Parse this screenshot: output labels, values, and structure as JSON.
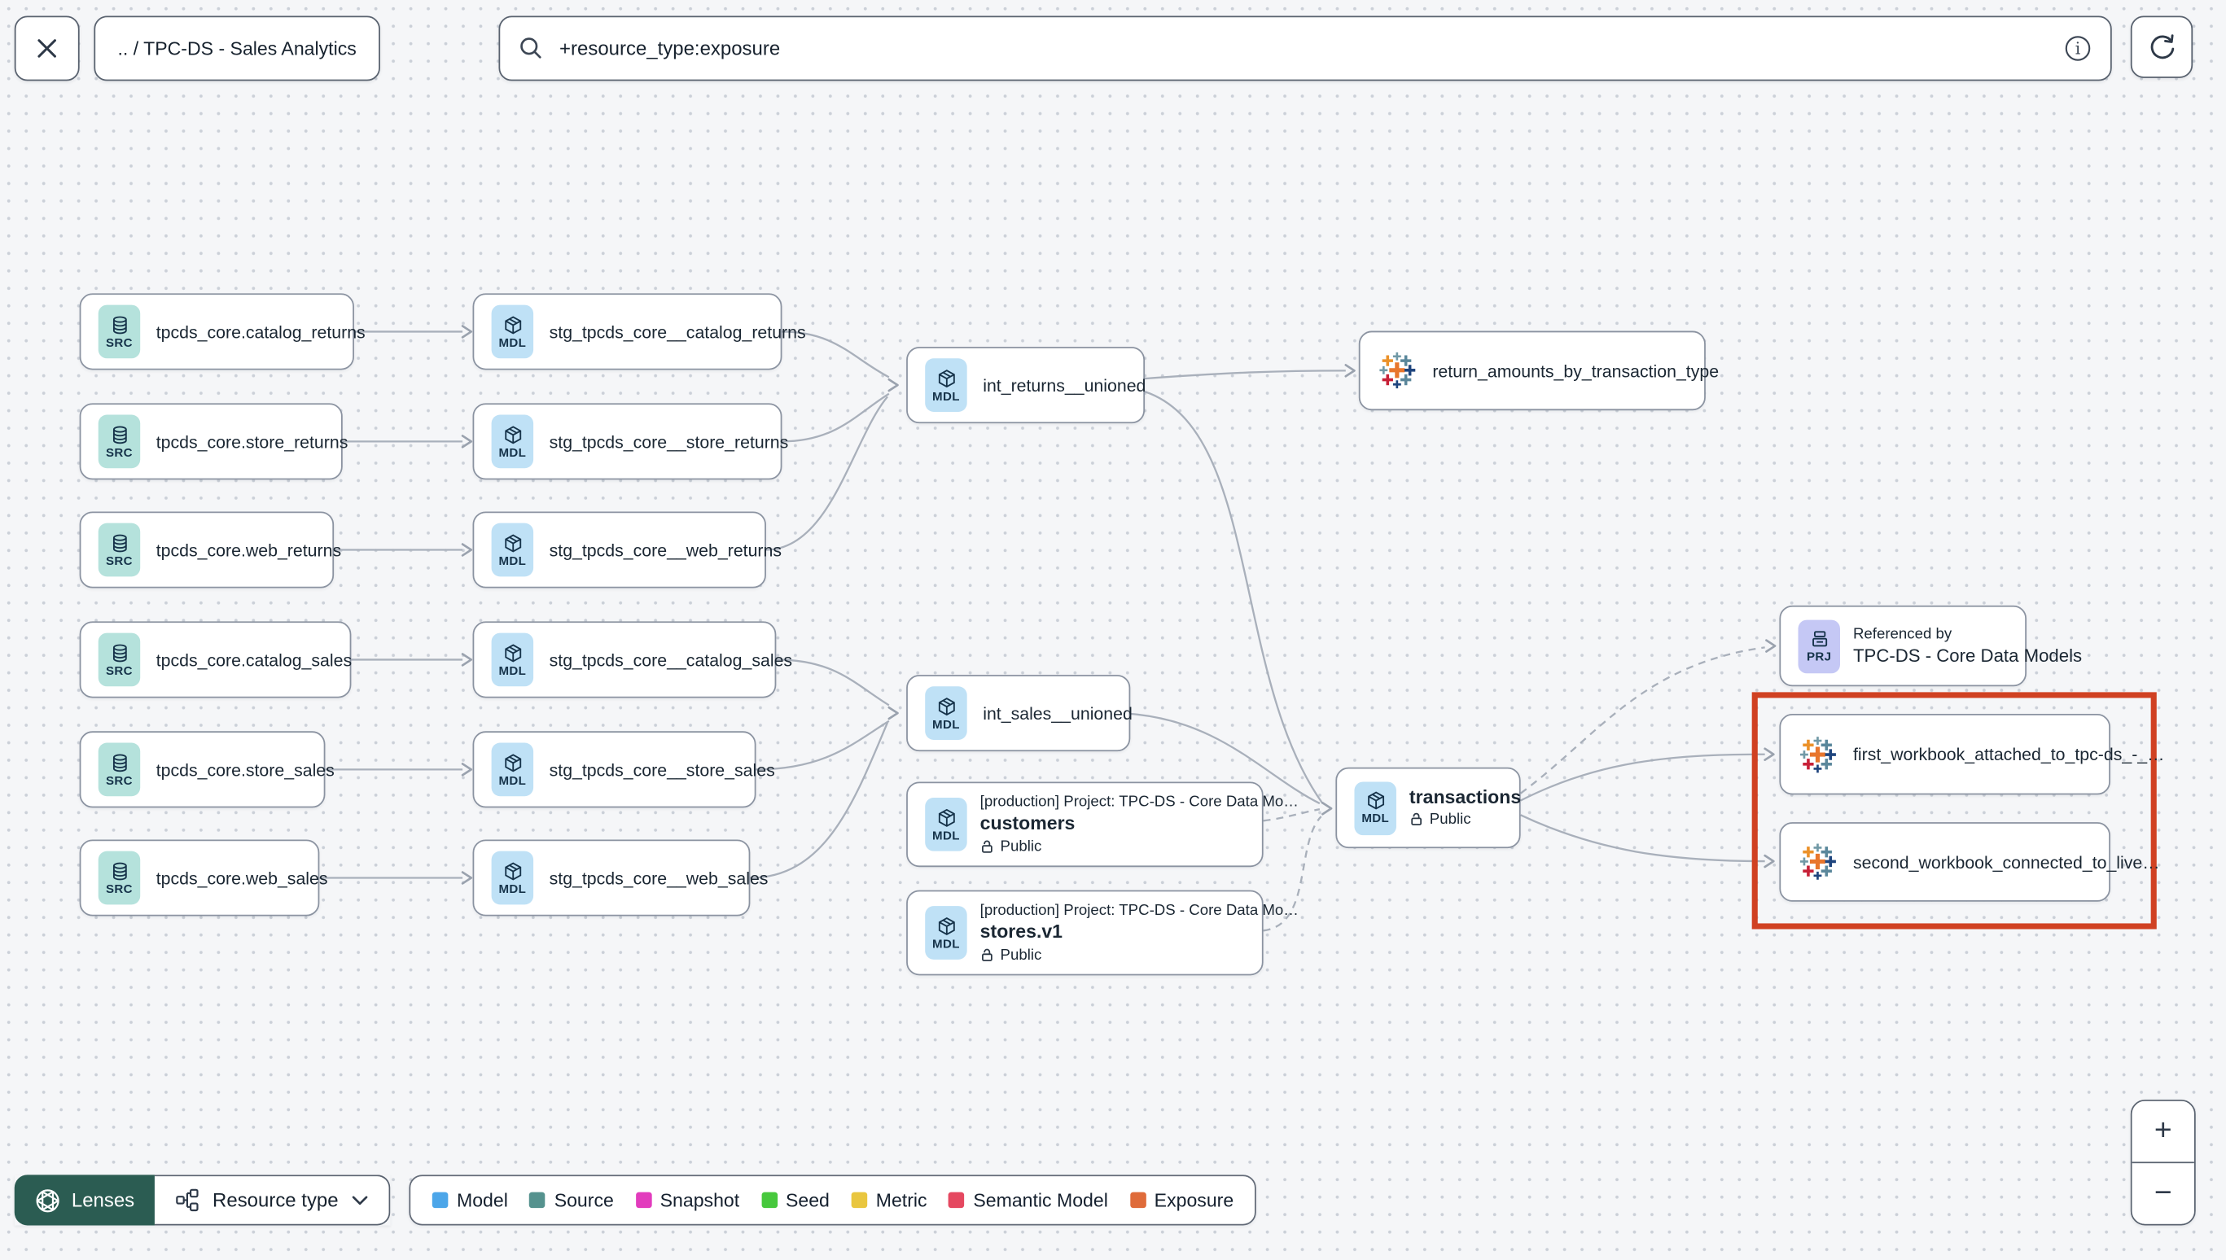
{
  "toolbar": {
    "breadcrumb": ".. / TPC-DS - Sales Analytics",
    "search_value": "+resource_type:exposure"
  },
  "badges": {
    "src": "SRC",
    "mdl": "MDL",
    "prj": "PRJ"
  },
  "nodes": [
    {
      "label": "tpcds_core.catalog_returns",
      "type": "source"
    },
    {
      "label": "tpcds_core.store_returns",
      "type": "source"
    },
    {
      "label": "tpcds_core.web_returns",
      "type": "source"
    },
    {
      "label": "tpcds_core.catalog_sales",
      "type": "source"
    },
    {
      "label": "tpcds_core.store_sales",
      "type": "source"
    },
    {
      "label": "tpcds_core.web_sales",
      "type": "source"
    },
    {
      "label": "stg_tpcds_core__catalog_returns",
      "type": "model"
    },
    {
      "label": "stg_tpcds_core__store_returns",
      "type": "model"
    },
    {
      "label": "stg_tpcds_core__web_returns",
      "type": "model"
    },
    {
      "label": "stg_tpcds_core__catalog_sales",
      "type": "model"
    },
    {
      "label": "stg_tpcds_core__store_sales",
      "type": "model"
    },
    {
      "label": "stg_tpcds_core__web_sales",
      "type": "model"
    },
    {
      "label": "int_returns__unioned",
      "type": "model"
    },
    {
      "label": "return_amounts_by_transaction_type",
      "type": "exposure"
    },
    {
      "label": "int_sales__unioned",
      "type": "model"
    },
    {
      "project": "[production] Project: TPC-DS - Core Data Mo…",
      "label": "customers",
      "access": "Public",
      "type": "model"
    },
    {
      "project": "[production] Project: TPC-DS - Core Data Mo…",
      "label": "stores.v1",
      "access": "Public",
      "type": "model"
    },
    {
      "label": "transactions",
      "access": "Public",
      "type": "model"
    },
    {
      "title": "Referenced by",
      "label": "TPC-DS - Core Data Models",
      "type": "project"
    },
    {
      "label": "first_workbook_attached_to_tpc-ds_-_…",
      "type": "exposure"
    },
    {
      "label": "second_workbook_connected_to_live…",
      "type": "exposure"
    }
  ],
  "legend": {
    "items": [
      {
        "label": "Model",
        "color": "#4ca6e9"
      },
      {
        "label": "Source",
        "color": "#55928e"
      },
      {
        "label": "Snapshot",
        "color": "#e23cbd"
      },
      {
        "label": "Seed",
        "color": "#47c83d"
      },
      {
        "label": "Metric",
        "color": "#e9c63f"
      },
      {
        "label": "Semantic Model",
        "color": "#e54860"
      },
      {
        "label": "Exposure",
        "color": "#df6b3a"
      }
    ]
  },
  "controls": {
    "lenses": "Lenses",
    "resource_type": "Resource type",
    "zoom_in": "+",
    "zoom_out": "−"
  },
  "highlight": {
    "color": "#d04122"
  }
}
